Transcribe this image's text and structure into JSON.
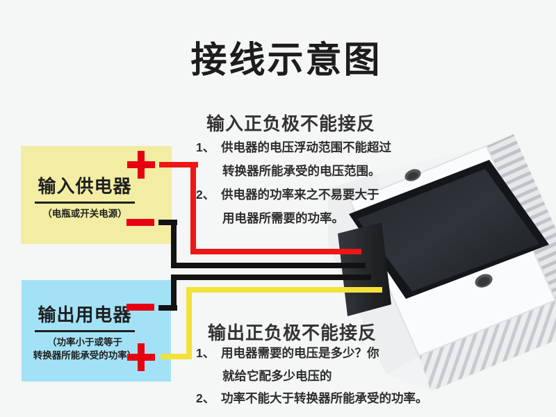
{
  "title": "接线示意图",
  "sections": {
    "input": {
      "heading": "输入正负极不能接反",
      "notes": [
        {
          "num": "1、",
          "lines": [
            "供电器的电压浮动范围不能超过",
            "转换器所能承受的电压范围。"
          ]
        },
        {
          "num": "2、",
          "lines": [
            "供电器的功率来之不易要大于",
            "用电器所需要的功率。"
          ]
        }
      ]
    },
    "output": {
      "heading": "输出正负极不能接反",
      "notes": [
        {
          "num": "1、",
          "lines": [
            "用电器需要的电压是多少？你",
            "就给它配多少电压的"
          ]
        },
        {
          "num": "2、",
          "lines": [
            "功率不能大于转换器所能承受的功率。"
          ]
        }
      ]
    }
  },
  "boxes": {
    "input": {
      "label": "输入供电器",
      "sublabel": "（电瓶或开关电源）",
      "plus": "+",
      "minus": "−"
    },
    "output": {
      "label": "输出用电器",
      "sublabel_line1": "（功率小于或等于",
      "sublabel_line2": "转换器所能承受的功率）",
      "plus": "+",
      "minus": "−"
    }
  },
  "device": {
    "wires": {
      "input_positive": "red",
      "input_negative": "black",
      "output_negative": "black",
      "output_positive": "yellow"
    }
  },
  "colors": {
    "bg": "#f5f6f6",
    "box_yellow": "#f2eda2",
    "box_blue": "#a3e2f6",
    "accent_red": "#e60012",
    "wire_red": "#ee1717",
    "wire_black": "#121212",
    "wire_yellow": "#f2e23a",
    "text": "#2d2d2d",
    "heading": "#333333"
  }
}
